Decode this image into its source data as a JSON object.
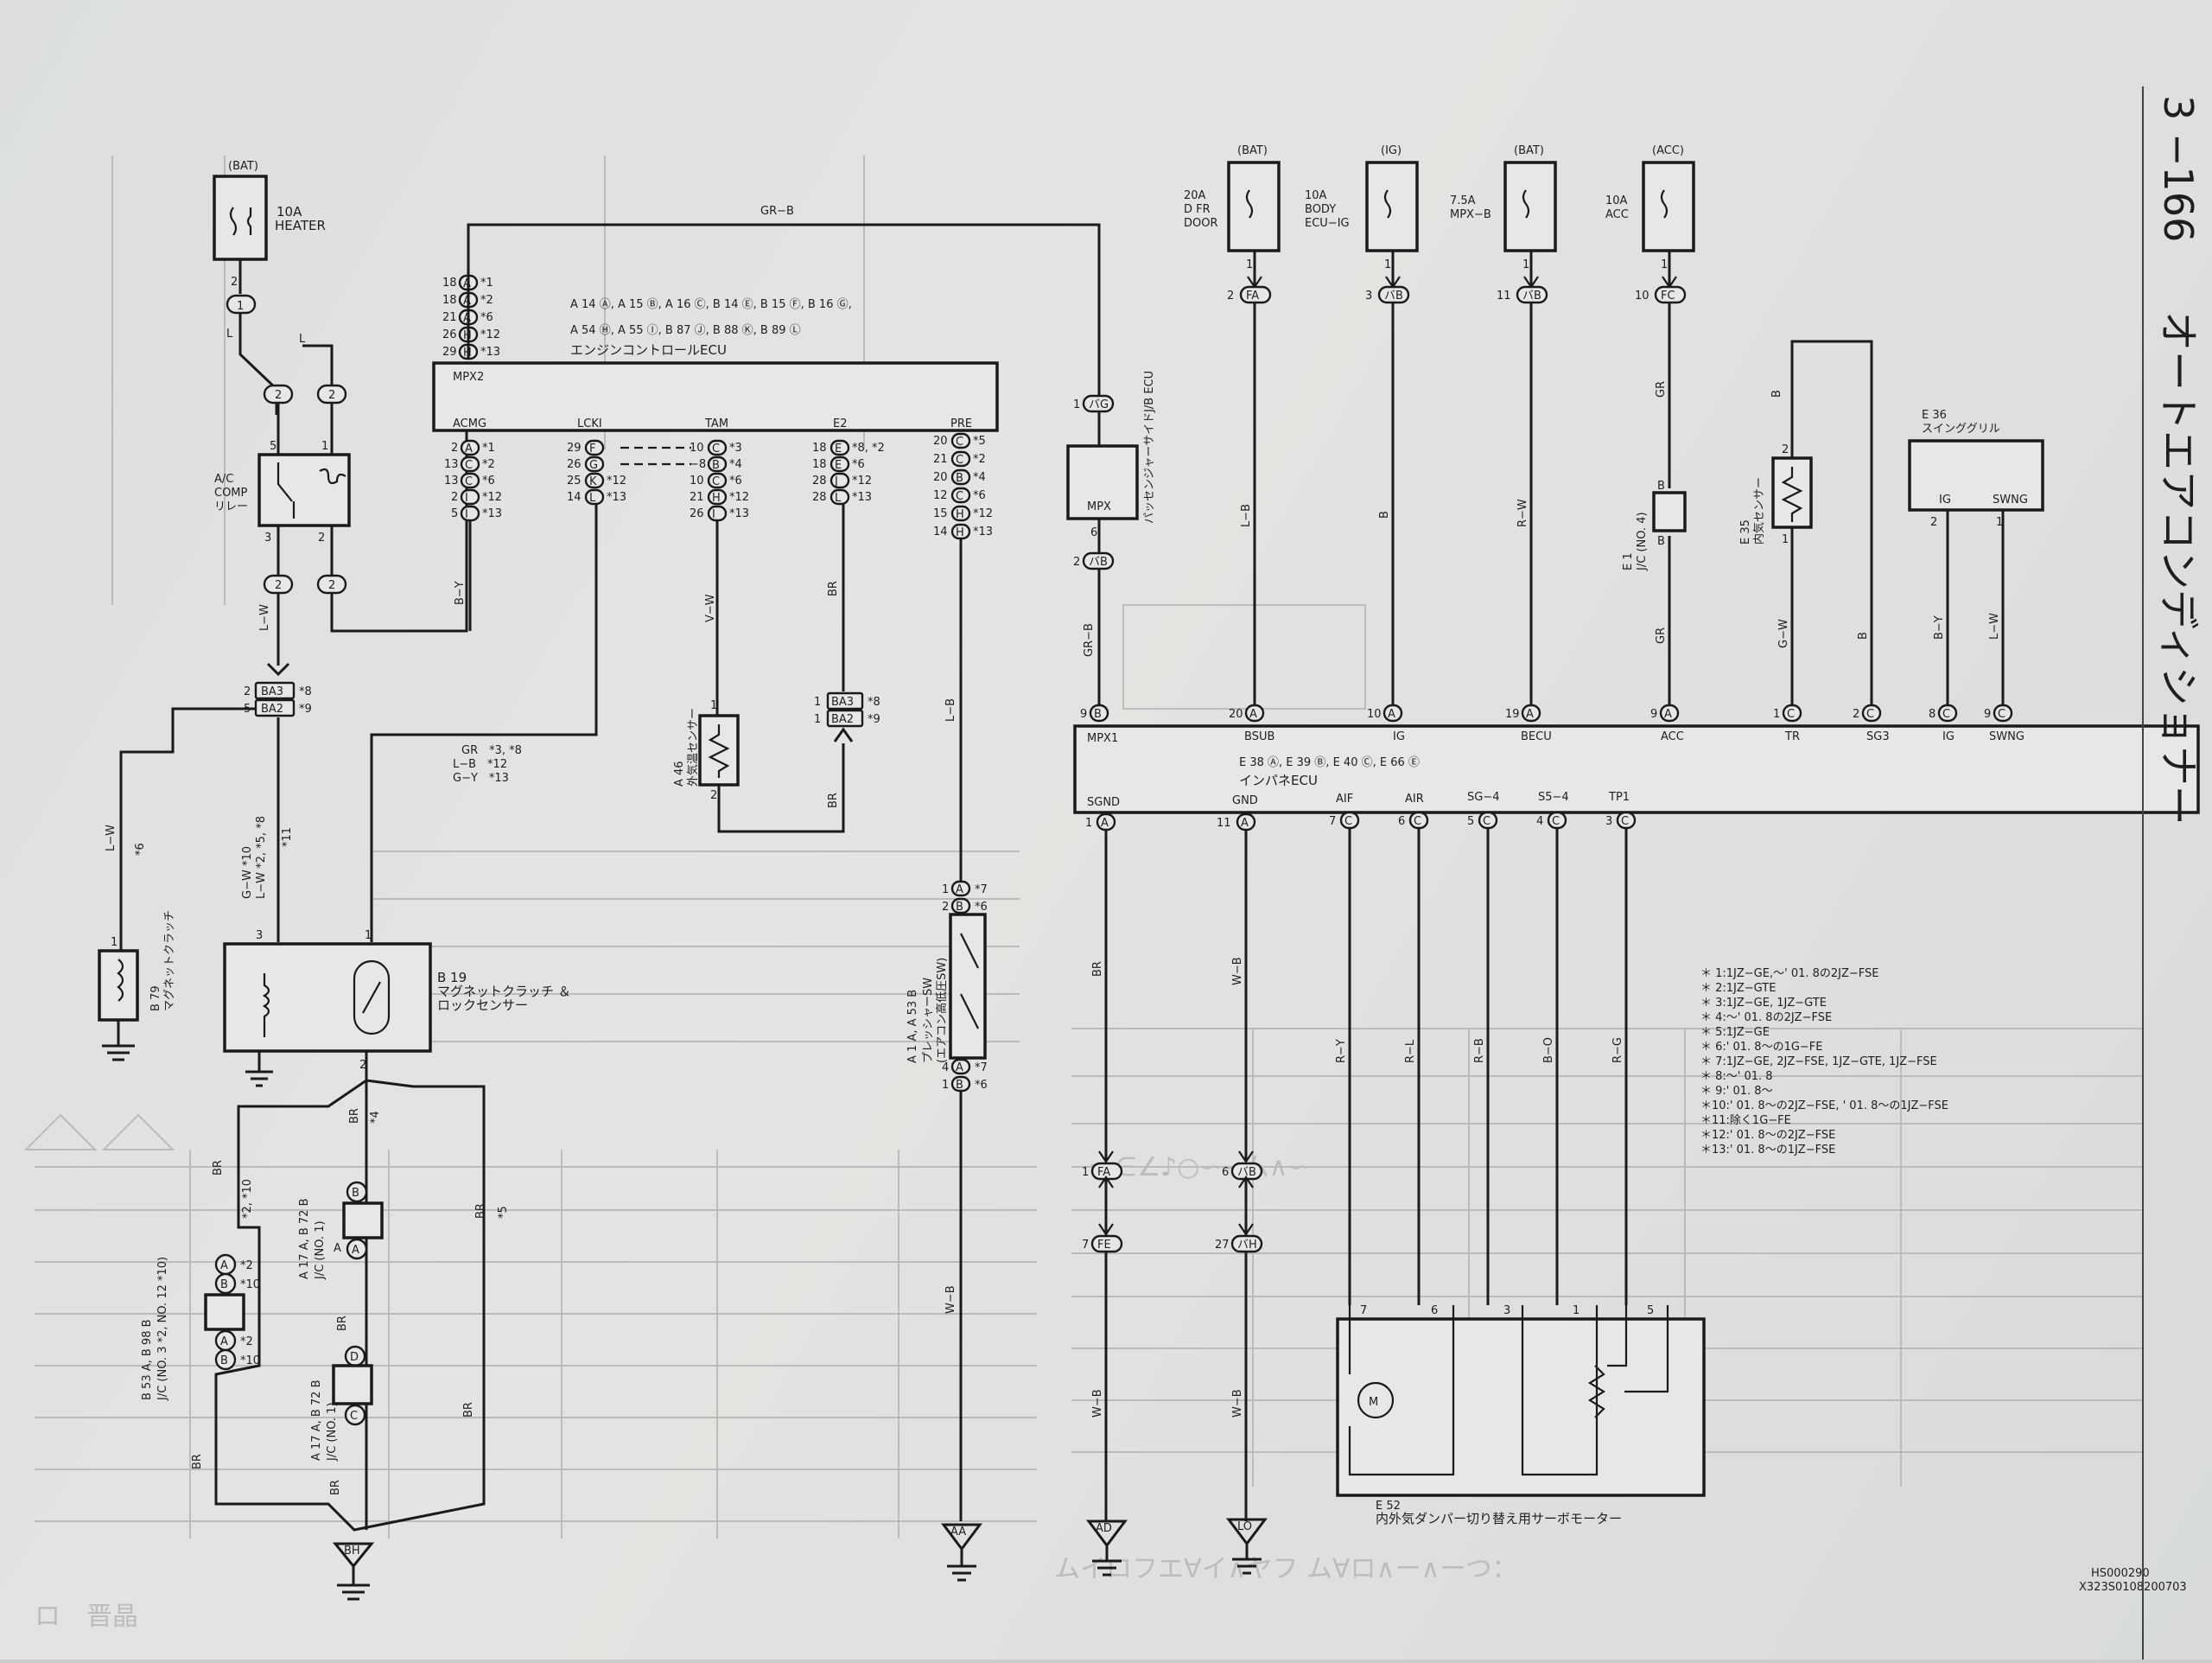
{
  "page": {
    "number": "3 −166",
    "section": "オートエアコンディショナー",
    "code1": "HS000290",
    "code2": "X323S0108200703"
  },
  "left": {
    "fuse": {
      "source": "(BAT)",
      "rating": "10A",
      "name": "HEATER"
    },
    "relay": {
      "l1": "A/C",
      "l2": "COMP",
      "l3": "リレー"
    },
    "bconn": [
      "BA3",
      "BA2"
    ],
    "wire_gw": "G−W *10",
    "wire_lw": "L−W *2, *5, *8",
    "b79": {
      "code": "B 79",
      "name": "マグネットクラッチ"
    },
    "grlabels": [
      "GR　*3, *8",
      "L−B　*12",
      "G−Y　*13"
    ],
    "b19": {
      "code": "B 19",
      "name1": "マグネットクラッチ ＆",
      "name2": "ロックセンサー"
    },
    "jc1_top": {
      "code": "A 17 A, B 72 B",
      "name": "J/C (NO. 1)"
    },
    "jc1_bot": {
      "code": "A 17 A, B 72 B",
      "name": "J/C (NO. 1)"
    },
    "b53": {
      "code": "B 53 A, B 98 B",
      "name": "J/C (NO. 3 *2, NO. 12 *10)"
    },
    "ground_bh": "BH"
  },
  "ecu": {
    "conn_line1": "A 14 Ⓐ, A 15 Ⓑ, A 16 Ⓒ, B 14 Ⓔ, B 15 Ⓕ, B 16 Ⓖ,",
    "conn_line2": "A 54 Ⓗ, A 55 Ⓘ, B 87 Ⓙ, B 88 Ⓚ, B 89 Ⓛ",
    "name": "エンジンコントロールECU",
    "wire_top": "GR−B",
    "mpx": "MPX2",
    "pins": [
      "ACMG",
      "LCKI",
      "TAM",
      "E2",
      "PRE"
    ],
    "a46": {
      "code": "A 46",
      "name": "外気温センサー"
    },
    "a53": {
      "code": "A 1 A, A 53 B",
      "name1": "プレッシャーSW",
      "name2": "(エアコン高低圧SW)"
    },
    "ground_aa": "AA"
  },
  "mpx": {
    "inner": "MPX",
    "name": "パッセンジャーサイドJ/B ECU"
  },
  "right": {
    "fuses": [
      {
        "src": "(BAT)",
        "l1": "20A",
        "l2": "D FR",
        "l3": "DOOR"
      },
      {
        "src": "(IG)",
        "l1": "10A",
        "l2": "BODY",
        "l3": "ECU−IG"
      },
      {
        "src": "(BAT)",
        "l1": "7.5A",
        "l2": "MPX−B"
      },
      {
        "src": "(ACC)",
        "l1": "10A",
        "l2": "ACC"
      }
    ],
    "jc4": {
      "code": "E 1",
      "name": "J/C (NO. 4)"
    },
    "e35": {
      "code": "E 35",
      "name": "内気センサー"
    },
    "e36": {
      "code": "E 36",
      "name": "スインググリル"
    },
    "e52": {
      "code": "E 52",
      "name": "内外気ダンパー切り替え用サーボモーター"
    }
  },
  "ipecu": {
    "top_pins": [
      "MPX1",
      "BSUB",
      "IG",
      "BECU",
      "ACC",
      "TR",
      "SG3",
      "IG",
      "SWNG"
    ],
    "bot_pins": [
      "SGND",
      "GND",
      "AIF",
      "AIR",
      "SG−4",
      "S5−4",
      "TP1"
    ],
    "connectors": "E 38 Ⓐ, E 39 Ⓑ, E 40 Ⓒ, E 66 Ⓔ",
    "name": "インパネECU",
    "ground_ad": "AD",
    "ground_lo": "LO"
  },
  "notes": [
    "＊ 1:1JZ−GE,〜' 01. 8の2JZ−FSE",
    "＊ 2:1JZ−GTE",
    "＊ 3:1JZ−GE, 1JZ−GTE",
    "＊ 4:〜' 01. 8の2JZ−FSE",
    "＊ 5:1JZ−GE",
    "＊ 6:' 01. 8〜の1G−FE",
    "＊ 7:1JZ−GE, 2JZ−FSE, 1JZ−GTE, 1JZ−FSE",
    "＊ 8:〜' 01. 8",
    "＊ 9:' 01. 8〜",
    "＊10:' 01. 8〜の2JZ−FSE, ' 01. 8〜の1JZ−FSE",
    "＊11:除く1G−FE",
    "＊12:' 01. 8〜の2JZ−FSE",
    "＊13:' 01. 8〜の1JZ−FSE"
  ]
}
